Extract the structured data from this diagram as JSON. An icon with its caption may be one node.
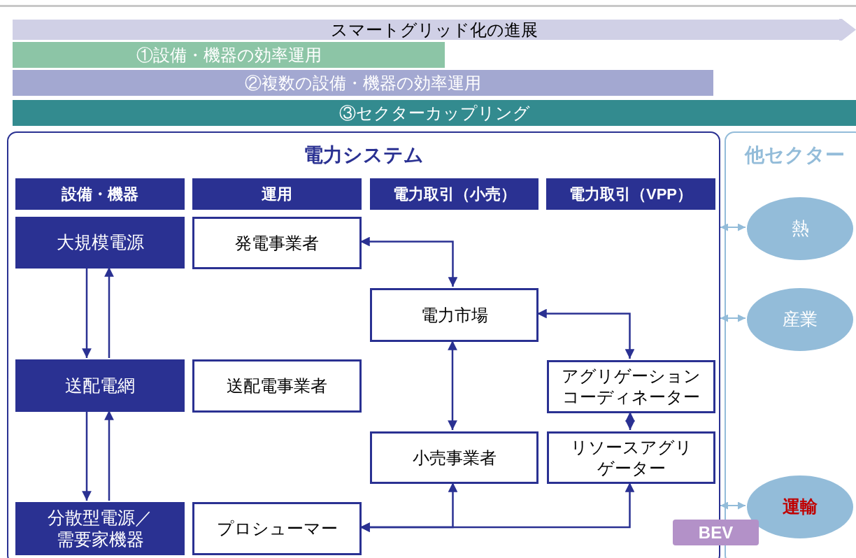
{
  "diagram": {
    "nodes": [
      {
        "text": [
          "スマートグリッド化の進展"
        ]
      },
      {
        "text": [
          "①設備・機器の効率運用"
        ]
      },
      {
        "text": [
          "②複数の設備・機器の効率運用"
        ]
      },
      {
        "text": [
          "③セクターカップリング"
        ]
      },
      {
        "text": [
          "電力システム"
        ]
      },
      {
        "text": [
          "他セクター"
        ]
      },
      {
        "text": [
          "設備・機器"
        ],
        "in": 4
      },
      {
        "text": [
          "運用"
        ],
        "in": 4
      },
      {
        "text": [
          "電力取引（小売）"
        ],
        "in": 4
      },
      {
        "text": [
          "電力取引（VPP）"
        ],
        "in": 4
      },
      {
        "text": [
          "大規模電源"
        ],
        "in": 4
      },
      {
        "text": [
          "発電事業者"
        ],
        "in": 4
      },
      {
        "text": [
          "電力市場"
        ],
        "in": 4
      },
      {
        "text": [
          "送配電網"
        ],
        "in": 4
      },
      {
        "text": [
          "送配電事業者"
        ],
        "in": 4
      },
      {
        "text": [
          "アグリゲーションコーディネーター"
        ],
        "in": 4
      },
      {
        "text": [
          "小売事業者"
        ],
        "in": 4
      },
      {
        "text": [
          "リソースアグリゲーター"
        ],
        "in": 4
      },
      {
        "text": [
          "分散型電源／需要家機器"
        ],
        "in": 4
      },
      {
        "text": [
          "プロシューマー"
        ],
        "in": 4
      },
      {
        "text": [
          "熱"
        ],
        "in": 5
      },
      {
        "text": [
          "産業"
        ],
        "in": 5
      },
      {
        "text": [
          "運輸"
        ],
        "in": 5
      },
      {
        "text": [
          "BEV"
        ]
      }
    ],
    "edges": [
      {
        "from": 10,
        "to": 13,
        "arrow": "to"
      },
      {
        "from": 13,
        "to": 10,
        "arrow": "to"
      },
      {
        "from": 13,
        "to": 18,
        "arrow": "to"
      },
      {
        "from": 18,
        "to": 13,
        "arrow": "to"
      },
      {
        "from": 11,
        "to": 12,
        "arrow": "both"
      },
      {
        "from": 12,
        "to": 15,
        "arrow": "both"
      },
      {
        "from": 12,
        "to": 16,
        "arrow": "both"
      },
      {
        "from": 15,
        "to": 17,
        "arrow": "both"
      },
      {
        "from": 19,
        "to": 16,
        "arrow": "both"
      },
      {
        "from": 19,
        "to": 17,
        "arrow": "both"
      },
      {
        "from": 4,
        "to": 20,
        "arrow": "both",
        "color": "#93bcd9"
      },
      {
        "from": 4,
        "to": 21,
        "arrow": "both",
        "color": "#93bcd9"
      },
      {
        "from": 4,
        "to": 22,
        "arrow": "both",
        "color": "#93bcd9"
      }
    ]
  }
}
